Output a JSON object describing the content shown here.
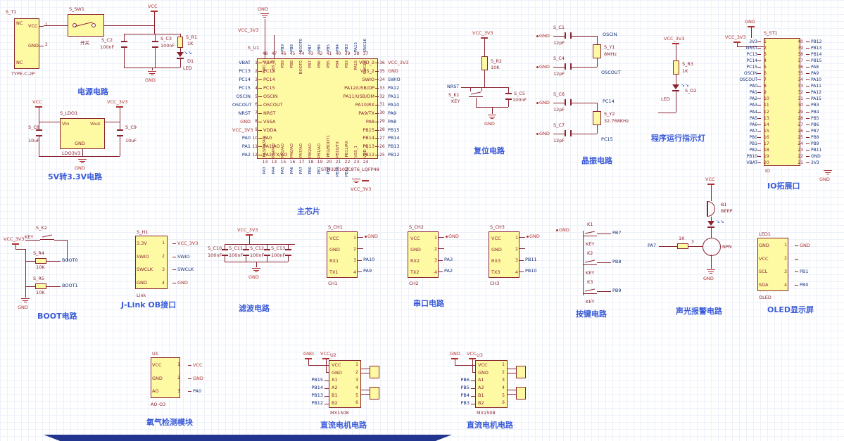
{
  "blocks": {
    "power": {
      "title": "电源电路",
      "vcc": "VCC",
      "gnd": "GND",
      "conn": {
        "ref": "S_T1",
        "value": "TYPE-C-2P",
        "p1": "VCC",
        "p2": "GND",
        "nc1": "NC",
        "nc2": "NC",
        "n1": "1",
        "n2": "2"
      },
      "sw": {
        "ref": "S_SW1",
        "label": "开关"
      },
      "c2": {
        "ref": "S_C2",
        "value": "100nF"
      },
      "c3": {
        "ref": "S_C3",
        "value": "100nF"
      },
      "r1": {
        "ref": "S_R1",
        "value": "1K"
      },
      "d1": {
        "ref": "D1",
        "value": "LED"
      }
    },
    "ldo": {
      "title": "5V转3.3V电路",
      "vcc": "VCC",
      "vcc33": "VCC_3V3",
      "gnd": "GND",
      "u": {
        "ref": "S_LDO1",
        "value": "LDO3V3",
        "vin": "Vin",
        "vout": "Vout",
        "gndp": "GND"
      },
      "c8": {
        "ref": "S_C8",
        "value": "10uF"
      },
      "c9": {
        "ref": "S_C9",
        "value": "10uF"
      }
    },
    "mcu": {
      "title": "主芯片",
      "ref": "S_U1",
      "value": "STM32F103C8T6_LQFP48",
      "flag_gnd": "GND",
      "flag_vcc": "VCC_3V3",
      "flag_vcc_bottom": "VCC_3V3",
      "left_pins": [
        {
          "num": "1",
          "name": "VBAT",
          "net": "VBAT"
        },
        {
          "num": "2",
          "name": "PC13",
          "net": "PC13"
        },
        {
          "num": "3",
          "name": "PC14",
          "net": "PC14"
        },
        {
          "num": "4",
          "name": "PC15",
          "net": "PC15"
        },
        {
          "num": "5",
          "name": "OSCIN",
          "net": "OSCIN"
        },
        {
          "num": "6",
          "name": "OSCOUT",
          "net": "OSCOUT"
        },
        {
          "num": "7",
          "name": "NRST",
          "net": "NRST"
        },
        {
          "num": "8",
          "name": "VSSA",
          "net": "GND",
          "c": "n mnetL p"
        },
        {
          "num": "9",
          "name": "VDDA",
          "net": "VCC_3V3",
          "c": "n mnetL p"
        },
        {
          "num": "10",
          "name": "PA0",
          "net": "PA0"
        },
        {
          "num": "11",
          "name": "PA1/AO",
          "net": "PA1"
        },
        {
          "num": "12",
          "name": "PA2/TX/AO",
          "net": "PA2"
        }
      ],
      "right_pins": [
        {
          "num": "36",
          "name": "VDD_2",
          "net": "VCC_3V3",
          "c": "n mnetR p"
        },
        {
          "num": "35",
          "name": "VSS_2",
          "net": "GND",
          "c": "n mnetR p"
        },
        {
          "num": "34",
          "name": "SWIO",
          "net": "SWIO"
        },
        {
          "num": "33",
          "name": "PA12/USB/DP",
          "net": "PA12"
        },
        {
          "num": "32",
          "name": "PA11/USB/DM",
          "net": "PA11"
        },
        {
          "num": "31",
          "name": "PA10/RX",
          "net": "PA10"
        },
        {
          "num": "30",
          "name": "PA9/TX",
          "net": "PA9"
        },
        {
          "num": "29",
          "name": "PA8",
          "net": "PA8"
        },
        {
          "num": "28",
          "name": "PB15",
          "net": "PB15"
        },
        {
          "num": "27",
          "name": "PB14",
          "net": "PB14"
        },
        {
          "num": "26",
          "name": "PB13",
          "net": "PB13"
        },
        {
          "num": "25",
          "name": "PB12",
          "net": "PB12"
        }
      ],
      "top_pins": [
        {
          "num": "48",
          "name": "VDD_3",
          "net": ""
        },
        {
          "num": "47",
          "name": "VSS_3",
          "net": ""
        },
        {
          "num": "46",
          "name": "PB9",
          "net": "PB9"
        },
        {
          "num": "45",
          "name": "PB8",
          "net": "PB8"
        },
        {
          "num": "44",
          "name": "BOOT0",
          "net": "BOOT0"
        },
        {
          "num": "43",
          "name": "PB7",
          "net": "PB7"
        },
        {
          "num": "42",
          "name": "PB6",
          "net": "PB6"
        },
        {
          "num": "41",
          "name": "PB5",
          "net": "PB5"
        },
        {
          "num": "40",
          "name": "PB4",
          "net": "PB4"
        },
        {
          "num": "39",
          "name": "PB3",
          "net": "PB3"
        },
        {
          "num": "38",
          "name": "PA15",
          "net": "PA15"
        },
        {
          "num": "37",
          "name": "SWCLK",
          "net": "SWCLK"
        }
      ],
      "bottom_pins": [
        {
          "num": "13",
          "name": "PA3/RX/AO",
          "net": "PA3"
        },
        {
          "num": "14",
          "name": "PA4/AO",
          "net": "PA4"
        },
        {
          "num": "15",
          "name": "PA5/AO",
          "net": "PA5"
        },
        {
          "num": "16",
          "name": "PA6/AO",
          "net": "PA6"
        },
        {
          "num": "17",
          "name": "PA7/AO",
          "net": "PA7"
        },
        {
          "num": "18",
          "name": "PB0/AO",
          "net": "PB0"
        },
        {
          "num": "19",
          "name": "PB1/AO",
          "net": "PB1"
        },
        {
          "num": "20",
          "name": "PB2/BOOT1",
          "net": "PB2"
        },
        {
          "num": "21",
          "name": "PB10/TX",
          "net": "PB10"
        },
        {
          "num": "22",
          "name": "PB11/RX",
          "net": "PB11"
        },
        {
          "num": "23",
          "name": "VSS_1",
          "net": ""
        },
        {
          "num": "24",
          "name": "VDD_1",
          "net": ""
        }
      ]
    },
    "reset": {
      "title": "复位电路",
      "vcc33": "VCC_3V3",
      "gnd": "GND",
      "nrst": "NRST",
      "r2": {
        "ref": "S_R2",
        "value": "10K"
      },
      "k1": {
        "ref": "S_K1",
        "value": "KEY"
      },
      "c5": {
        "ref": "S_C5",
        "value": "100nF"
      }
    },
    "crystal": {
      "title": "晶振电路",
      "gnd": "GND",
      "groups": [
        {
          "ct_ref": "S_C1",
          "ct_val": "12pF",
          "cb_ref": "S_C4",
          "cb_val": "12pF",
          "y_ref": "S_Y1",
          "y_val": "8MHz",
          "net_t": "OSCIN",
          "net_b": "OSCOUT"
        },
        {
          "ct_ref": "S_C6",
          "ct_val": "12pF",
          "cb_ref": "S_C7",
          "cb_val": "12pF",
          "y_ref": "S_Y2",
          "y_val": "32.768KHz",
          "net_t": "PC14",
          "net_b": "PC15"
        }
      ]
    },
    "runled": {
      "title": "程序运行指示灯",
      "vcc33": "VCC_3V3",
      "r3": {
        "ref": "S_R3",
        "value": "1K"
      },
      "d2": {
        "ref": "S_D2",
        "value": "LED"
      }
    },
    "io": {
      "title": "IO拓展口",
      "ref": "S_ST1",
      "flag_gnd": "GND",
      "flag_vcc": "VCC_3V3",
      "label": "IO",
      "gnd_bottom": "GND",
      "rows": [
        {
          "n1": "1",
          "nl": "3V3",
          "n2": "40",
          "nr": "PB12"
        },
        {
          "n1": "2",
          "nl": "NRST",
          "n2": "39",
          "nr": "PB13"
        },
        {
          "n1": "3",
          "nl": "PC13",
          "n2": "38",
          "nr": "PB14"
        },
        {
          "n1": "4",
          "nl": "PC14",
          "n2": "37",
          "nr": "PB15"
        },
        {
          "n1": "5",
          "nl": "PC15",
          "n2": "36",
          "nr": "PA8"
        },
        {
          "n1": "6",
          "nl": "OSCIN",
          "n2": "35",
          "nr": "PA9"
        },
        {
          "n1": "7",
          "nl": "OSCOUT",
          "n2": "34",
          "nr": "PA10"
        },
        {
          "n1": "8",
          "nl": "PA0",
          "n2": "33",
          "nr": "PA11"
        },
        {
          "n1": "9",
          "nl": "PA1",
          "n2": "32",
          "nr": "PA12"
        },
        {
          "n1": "10",
          "nl": "PA2",
          "n2": "31",
          "nr": "PA15"
        },
        {
          "n1": "11",
          "nl": "PA3",
          "n2": "30",
          "nr": "PB3"
        },
        {
          "n1": "12",
          "nl": "PA4",
          "n2": "29",
          "nr": "PB4"
        },
        {
          "n1": "13",
          "nl": "PA5",
          "n2": "28",
          "nr": "PB5"
        },
        {
          "n1": "14",
          "nl": "PA6",
          "n2": "27",
          "nr": "PB6"
        },
        {
          "n1": "15",
          "nl": "PA7",
          "n2": "26",
          "nr": "PB7"
        },
        {
          "n1": "16",
          "nl": "PB0",
          "n2": "25",
          "nr": "PB8"
        },
        {
          "n1": "17",
          "nl": "PB1",
          "n2": "24",
          "nr": "PB9"
        },
        {
          "n1": "18",
          "nl": "PB2",
          "n2": "23",
          "nr": "PB11"
        },
        {
          "n1": "19",
          "nl": "PB10",
          "n2": "22",
          "nr": "GND"
        },
        {
          "n1": "20",
          "nl": "VBAT",
          "n2": "21",
          "nr": "3V3"
        }
      ]
    },
    "boot": {
      "title": "BOOT电路",
      "vcc33": "VCC_3V3",
      "gnd": "GND",
      "k2": {
        "ref": "S_K2",
        "value": "KEY"
      },
      "r4": {
        "ref": "S_R4",
        "value": "10K"
      },
      "r5": {
        "ref": "S_R5",
        "value": "10K"
      },
      "boot0": "BOOT0",
      "boot1": "BOOT1"
    },
    "jlink": {
      "title": "J-Link OB接口",
      "ref": "S_H1",
      "label": "Link",
      "pins": [
        {
          "name": "3.3V",
          "num": "1",
          "net": "VCC_3V3",
          "c": "n p"
        },
        {
          "name": "SWIO",
          "num": "2",
          "net": "SWIO"
        },
        {
          "name": "SWCLK",
          "num": "3",
          "net": "SWCLK"
        },
        {
          "name": "GND",
          "num": "4",
          "net": "GND",
          "c": "n p"
        }
      ]
    },
    "filter": {
      "title": "滤波电路",
      "vcc33": "VCC_3V3",
      "gnd": "GND",
      "caps": [
        {
          "ref": "S_C10",
          "value": "100nF"
        },
        {
          "ref": "S_C11",
          "value": "100nF"
        },
        {
          "ref": "S_C12",
          "value": "100nF"
        },
        {
          "ref": "S_C13",
          "value": "100nF"
        }
      ]
    },
    "uart": {
      "title": "串口电路",
      "modules": [
        {
          "ref": "S_CH1",
          "label": "CH1",
          "gnd": "GND",
          "pins": [
            "VCC",
            "GND",
            "RX1",
            "TX1"
          ],
          "nums": [
            "1",
            "2",
            "3",
            "4"
          ],
          "rx": "PA10",
          "tx": "PA9"
        },
        {
          "ref": "S_CH2",
          "label": "CH2",
          "gnd": "GND",
          "pins": [
            "VCC",
            "GND",
            "RX2",
            "TX2"
          ],
          "nums": [
            "1",
            "2",
            "3",
            "4"
          ],
          "rx": "PA3",
          "tx": "PA2"
        },
        {
          "ref": "S_CH3",
          "label": "CH3",
          "gnd": "GND",
          "pins": [
            "VCC",
            "GND",
            "RX3",
            "TX3"
          ],
          "nums": [
            "1",
            "2",
            "3",
            "4"
          ],
          "rx": "PB11",
          "tx": "PB10"
        }
      ]
    },
    "keys": {
      "title": "按键电路",
      "gnd": "GND",
      "items": [
        {
          "ref": "K1",
          "value": "KEY",
          "net": "PB7"
        },
        {
          "ref": "K2",
          "value": "KEY",
          "net": "PB8"
        },
        {
          "ref": "K3",
          "value": "KEY",
          "net": "PB9"
        }
      ]
    },
    "alarm": {
      "title": "声光报警电路",
      "vcc": "VCC",
      "gnd": "GND",
      "buz_ref": "B1",
      "buz_val": "BEEP",
      "npn": "NPN",
      "r_val": "1K",
      "pin": "3",
      "net": "PA7"
    },
    "oled": {
      "title": "OLED显示屏",
      "ref": "LED1",
      "label": "OLED",
      "pins": [
        {
          "name": "GND",
          "num": "1",
          "net": "GND",
          "c": "n p"
        },
        {
          "name": "VCC",
          "num": "2",
          "net": ""
        },
        {
          "name": "SCL",
          "num": "3",
          "net": "PB1"
        },
        {
          "name": "SDA",
          "num": "4",
          "net": "PB0"
        }
      ]
    },
    "oxygen": {
      "title": "氧气检测模块",
      "ref": "U1",
      "label": "AO-O3",
      "pins": [
        {
          "name": "VCC",
          "num": "1",
          "net": "VCC",
          "c": "n p"
        },
        {
          "name": "GND",
          "num": "2",
          "net": "GND",
          "c": "n p"
        },
        {
          "name": "AO",
          "num": "3",
          "net": "PA0"
        }
      ]
    },
    "motors": [
      {
        "title": "直流电机电路",
        "ref": "U2",
        "value": "MX1508",
        "flag_gnd": "GND",
        "flag_vcc": "VCC",
        "pins": [
          {
            "name": "VCC",
            "num": "1"
          },
          {
            "name": "GND",
            "num": "2"
          },
          {
            "name": "A1",
            "num": "3"
          },
          {
            "name": "A2",
            "num": "4"
          },
          {
            "name": "B1",
            "num": "5"
          },
          {
            "name": "B2",
            "num": "6"
          }
        ],
        "nets": [
          "PB15",
          "PB14",
          "PB13",
          "PB12"
        ]
      },
      {
        "title": "直流电机电路",
        "ref": "U3",
        "value": "MX1508",
        "flag_gnd": "GND",
        "flag_vcc": "VCC",
        "pins": [
          {
            "name": "VCC",
            "num": "1"
          },
          {
            "name": "GND",
            "num": "2"
          },
          {
            "name": "A1",
            "num": "3"
          },
          {
            "name": "A2",
            "num": "4"
          },
          {
            "name": "B1",
            "num": "5"
          },
          {
            "name": "B2",
            "num": "6"
          }
        ],
        "nets": [
          "PB6",
          "PB5",
          "PB4",
          "PB3"
        ]
      }
    ]
  }
}
